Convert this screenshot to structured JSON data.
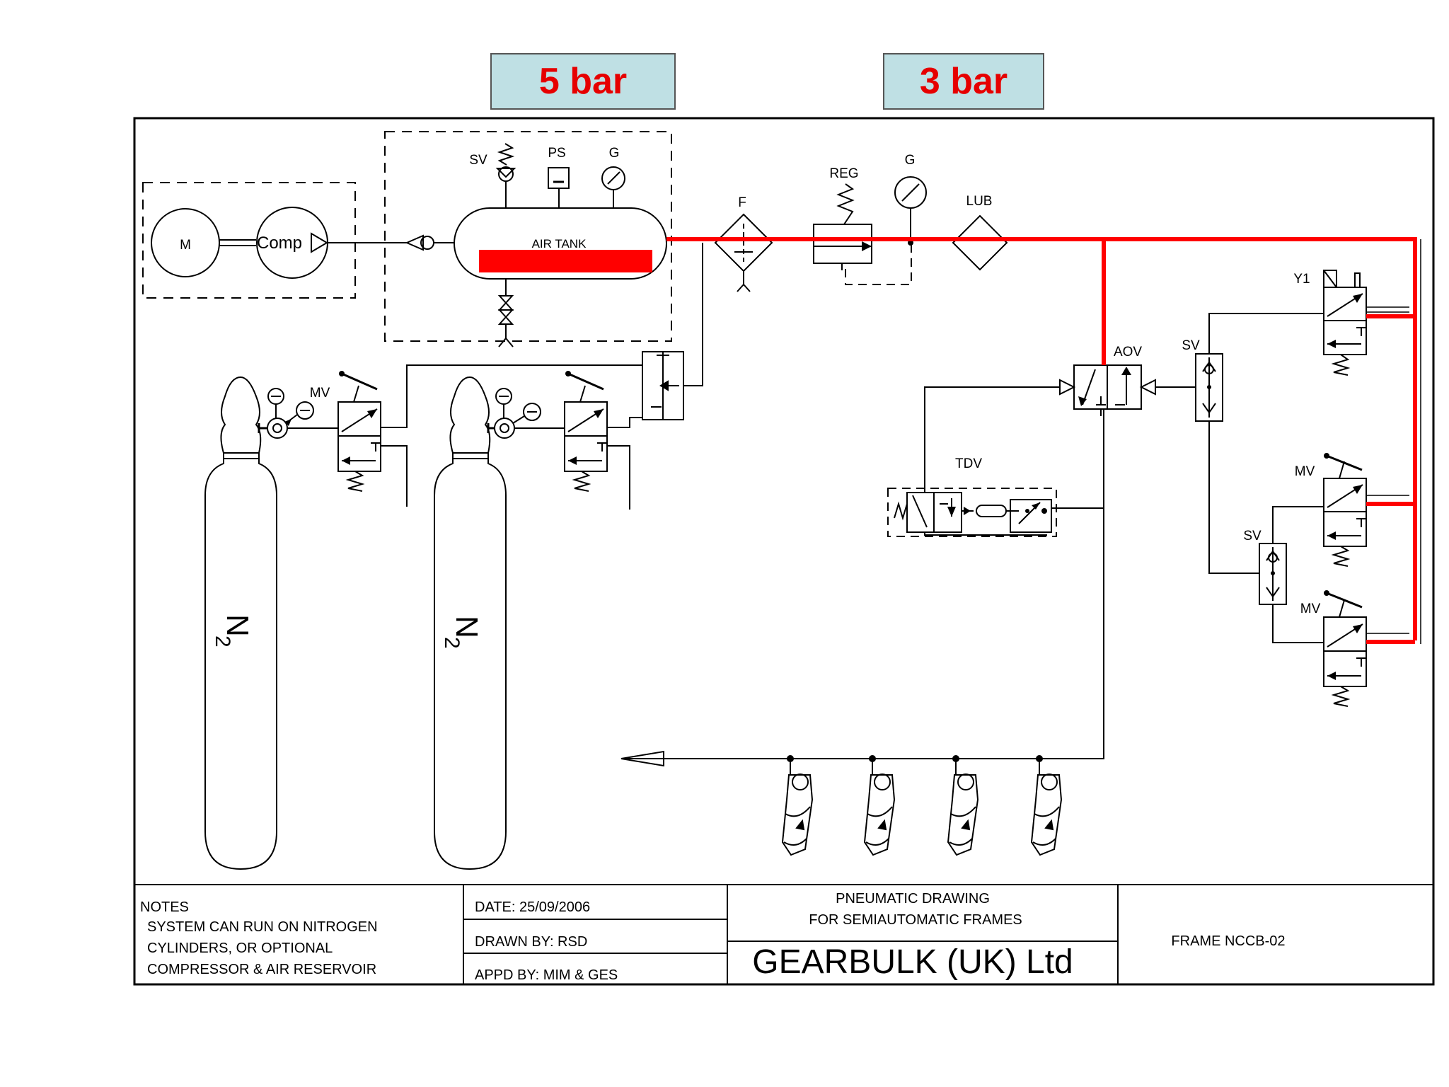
{
  "pressure_labels": {
    "left": "5 bar",
    "right": "3 bar"
  },
  "colors": {
    "pressure_line": "#ff0000",
    "pressure_box_bg": "#bfe0e4",
    "pressure_text": "#e60000",
    "line": "#000000"
  },
  "components": {
    "motor": "M",
    "compressor": "Comp",
    "air_tank": "AIR TANK",
    "safety_valve": "SV",
    "pressure_switch": "PS",
    "gauge_tank": "G",
    "filter": "F",
    "regulator": "REG",
    "gauge_reg": "G",
    "lubricator": "LUB",
    "aov": "AOV",
    "y1": "Y1",
    "sv_top": "SV",
    "sv_bottom": "SV",
    "tdv": "TDV",
    "mv_cyl1": "MV",
    "mv_right1": "MV",
    "mv_right2": "MV",
    "n2_cyl1": "N",
    "n2_cyl2": "N",
    "n2_sub": "2"
  },
  "title_block": {
    "notes_title": "NOTES",
    "notes_lines": [
      "SYSTEM CAN RUN ON NITROGEN",
      "CYLINDERS, OR OPTIONAL",
      "COMPRESSOR & AIR RESERVOIR"
    ],
    "date": "DATE:  25/09/2006",
    "drawn_by": "DRAWN BY: RSD",
    "appd_by": "APPD BY: MIM & GES",
    "title_line1": "PNEUMATIC DRAWING",
    "title_line2": "FOR SEMIAUTOMATIC FRAMES",
    "company": "GEARBULK (UK) Ltd",
    "frame": "FRAME NCCB-02"
  }
}
